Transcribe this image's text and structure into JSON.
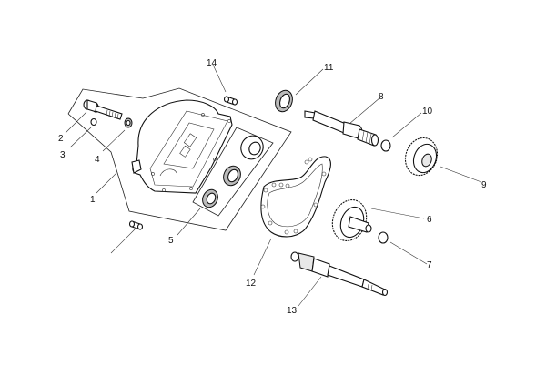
{
  "diagram": {
    "type": "exploded-parts-view",
    "subject": "transmission casing and gear shafts",
    "callouts": [
      {
        "id": "1",
        "label": "1",
        "part": "casing"
      },
      {
        "id": "2",
        "label": "2",
        "part": "bolt"
      },
      {
        "id": "3",
        "label": "3",
        "part": "washer"
      },
      {
        "id": "4",
        "label": "4",
        "part": "nut"
      },
      {
        "id": "5",
        "label": "5",
        "part": "bearing-set"
      },
      {
        "id": "6",
        "label": "6",
        "part": "intermediate-gear"
      },
      {
        "id": "7",
        "label": "7",
        "part": "circlip"
      },
      {
        "id": "8",
        "label": "8",
        "part": "drive-shaft"
      },
      {
        "id": "9",
        "label": "9",
        "part": "gear"
      },
      {
        "id": "10",
        "label": "10",
        "part": "circlip"
      },
      {
        "id": "11",
        "label": "11",
        "part": "oil-seal"
      },
      {
        "id": "12",
        "label": "12",
        "part": "gasket"
      },
      {
        "id": "13",
        "label": "13",
        "part": "output-shaft"
      },
      {
        "id": "14",
        "label": "14",
        "part": "dowel-pin"
      }
    ]
  },
  "colors": {
    "background": "#ffffff",
    "line": "#111111"
  }
}
